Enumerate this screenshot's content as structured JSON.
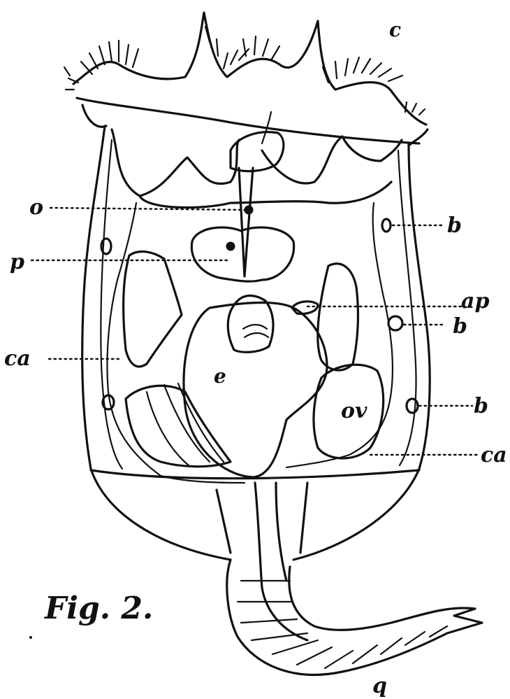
{
  "figure": {
    "caption": "Fig. 2.",
    "ink_color": "#111111",
    "background_color": "#ffffff"
  },
  "labels": {
    "c": "c",
    "o": "o",
    "p": "p",
    "ca_left": "ca",
    "b_upper": "b",
    "ap": "ap",
    "b_middle": "b",
    "b_lower": "b",
    "ca_right": "ca",
    "e": "e",
    "ov": "ov",
    "q": "q"
  }
}
